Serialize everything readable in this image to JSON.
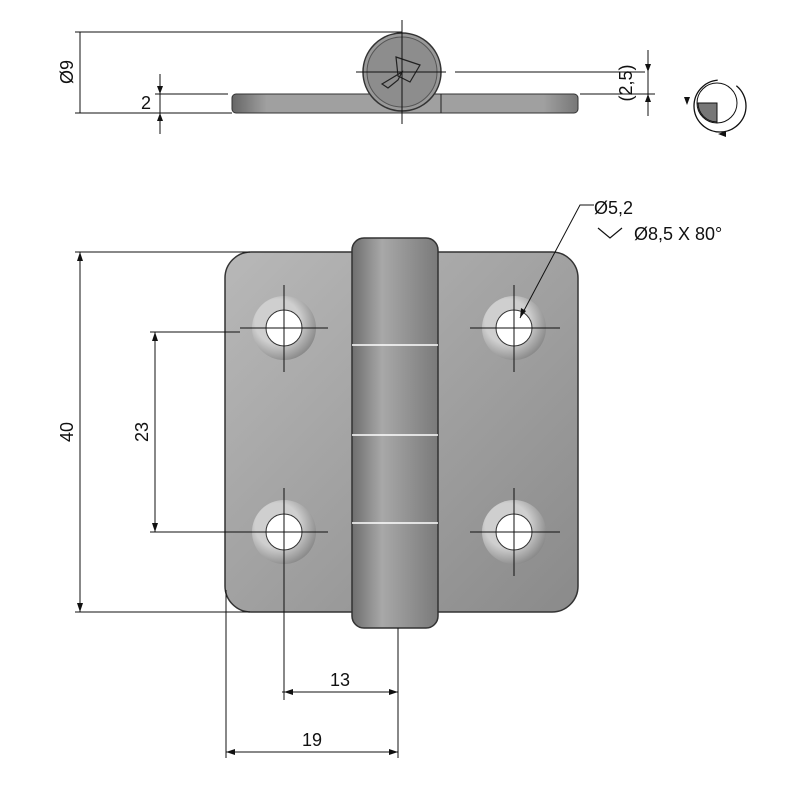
{
  "drawing": {
    "top_view": {
      "diameter_label": "Ø9",
      "thickness_label": "2",
      "offset_label": "(2,5)"
    },
    "front_view": {
      "height_label": "40",
      "hole_spacing_vertical_label": "23",
      "hole_offset_label": "13",
      "half_width_label": "19",
      "hole_label": "Ø5,2",
      "countersink_label": "Ø8,5 X 80°"
    },
    "colors": {
      "part": "#8f8f8f",
      "part_light": "#b5b5b5",
      "part_dark": "#6a6a6a",
      "line": "#111111"
    }
  }
}
